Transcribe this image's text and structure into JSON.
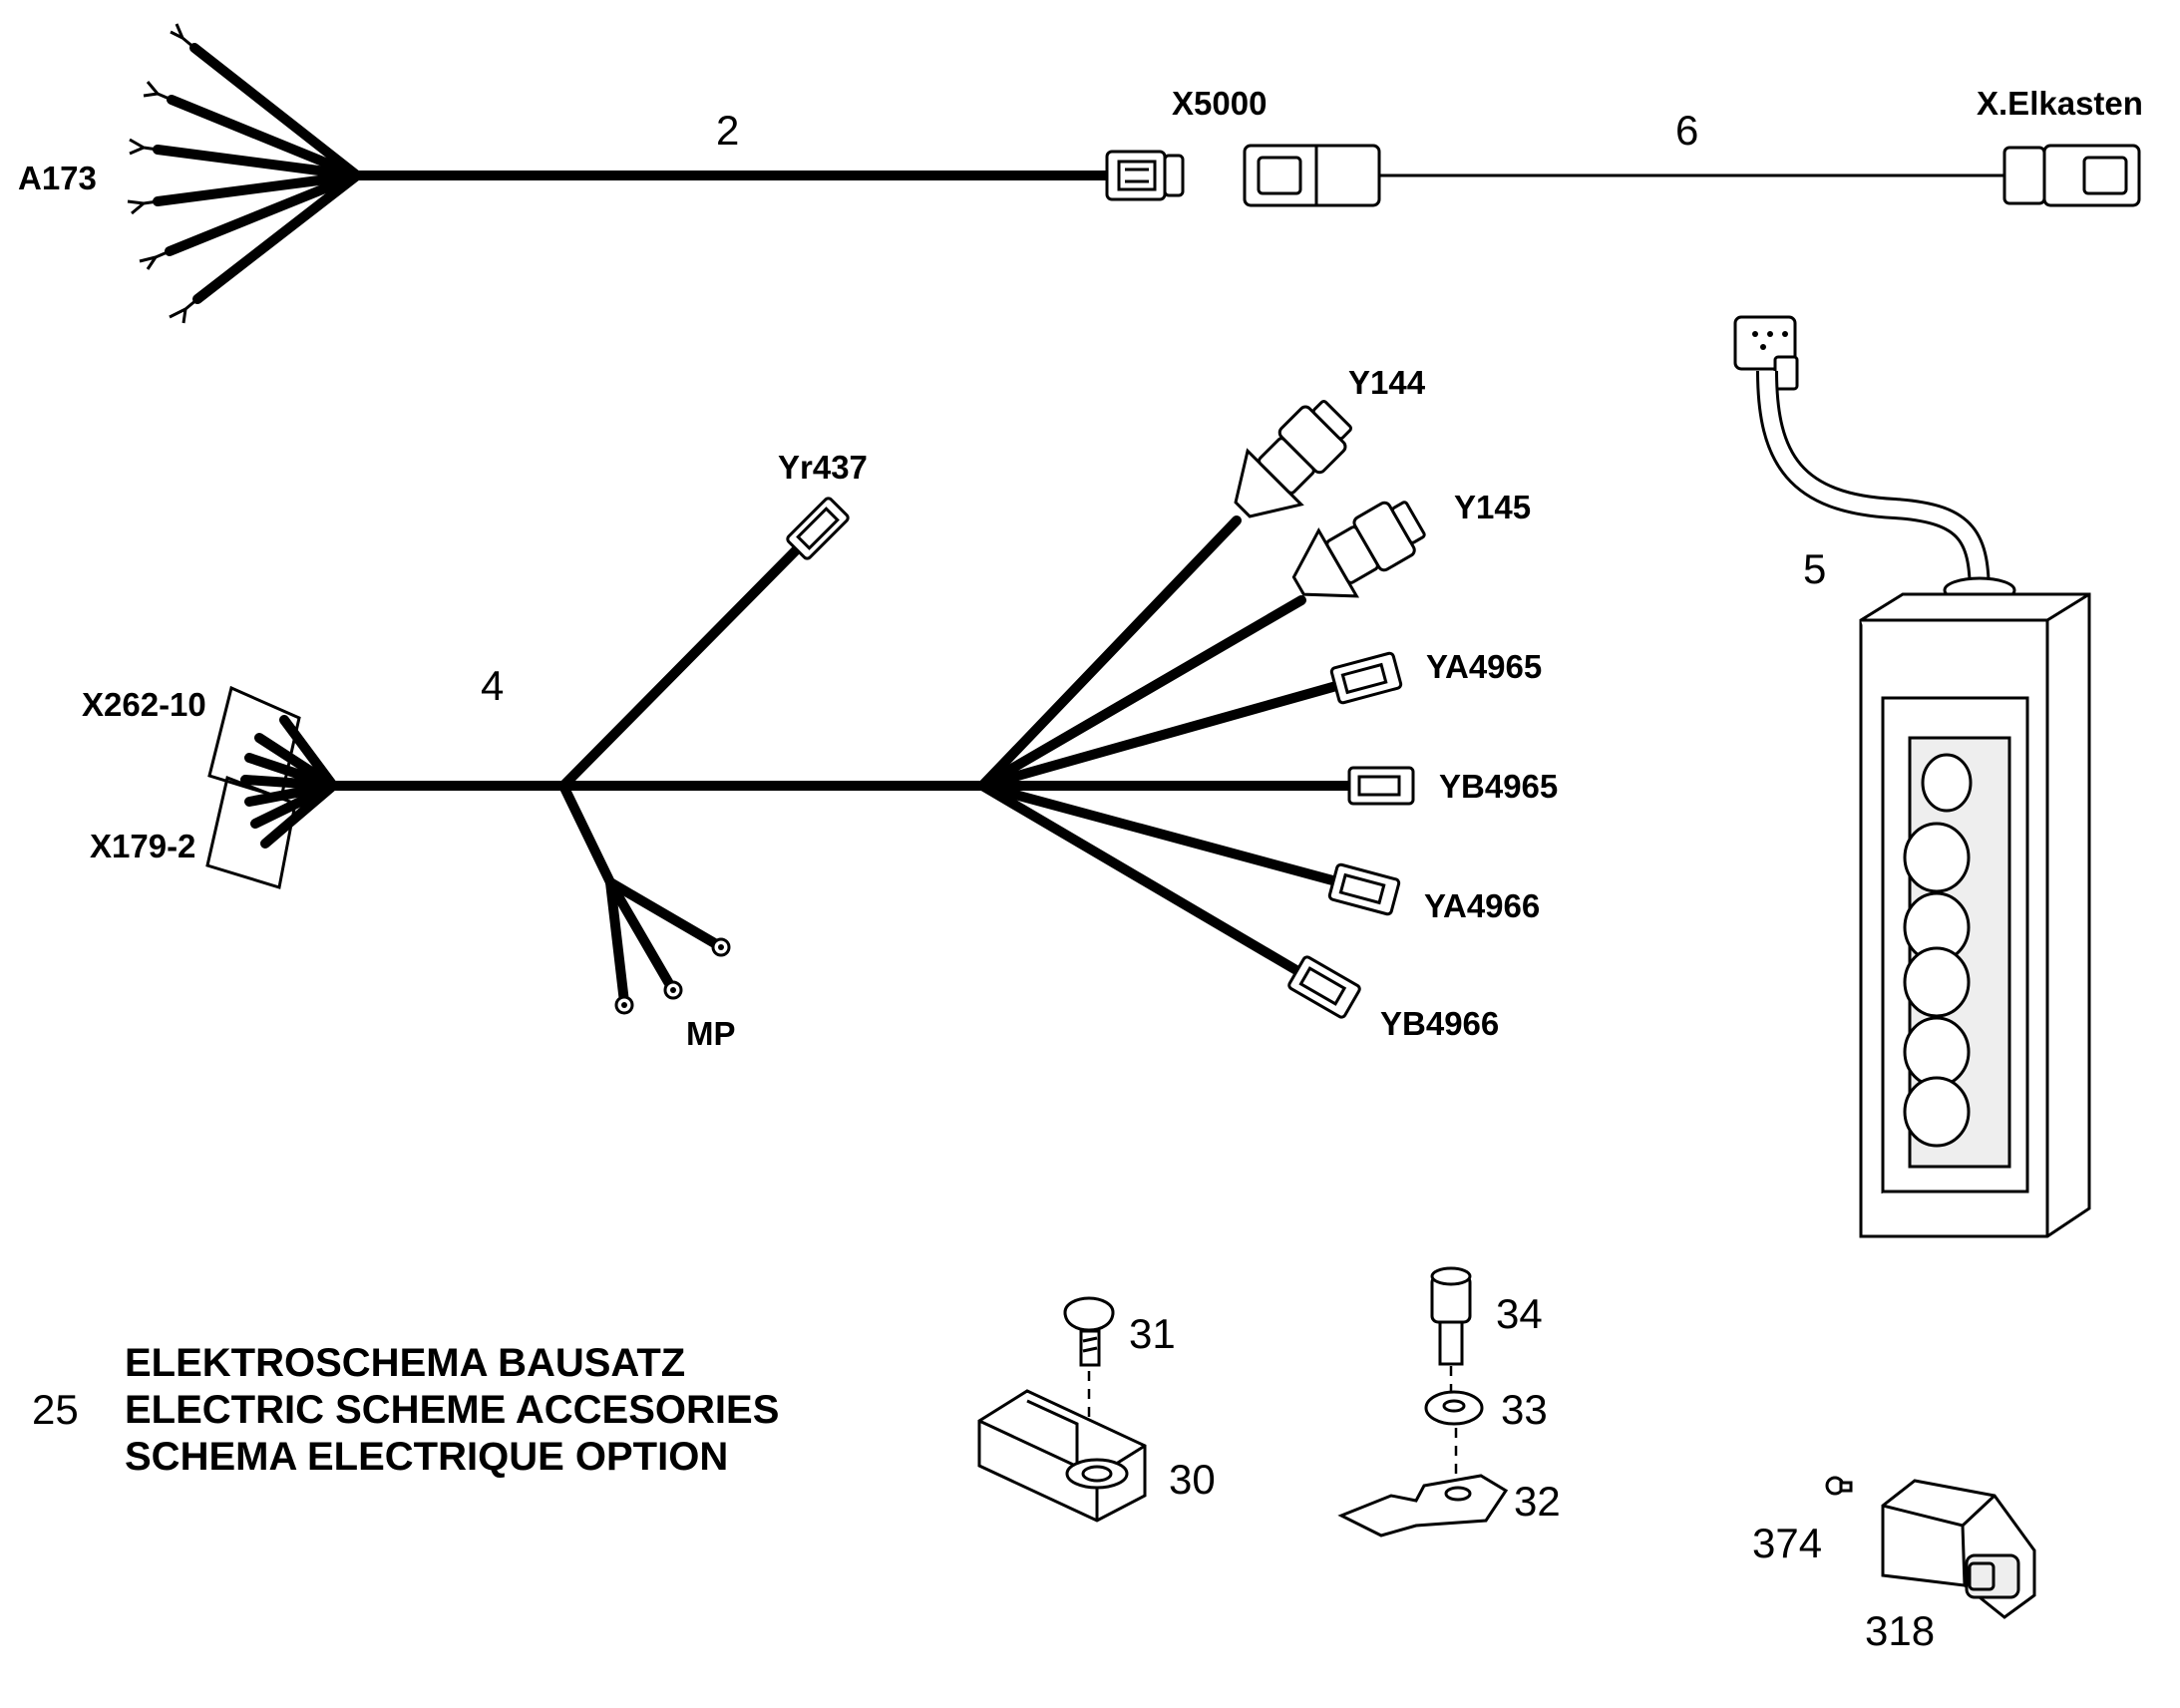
{
  "labels": {
    "a173": "A173",
    "x5000": "X5000",
    "x_elkasten": "X.Elkasten",
    "yr437": "Yr437",
    "y144": "Y144",
    "y145": "Y145",
    "ya4965": "YA4965",
    "yb4965": "YB4965",
    "ya4966": "YA4966",
    "yb4966": "YB4966",
    "x262_10": "X262-10",
    "x179_2": "X179-2",
    "mp": "MP"
  },
  "callouts": {
    "n2": "2",
    "n6": "6",
    "n4": "4",
    "n5": "5",
    "n31": "31",
    "n30": "30",
    "n34": "34",
    "n33": "33",
    "n32": "32",
    "n374": "374",
    "n318": "318",
    "n25": "25"
  },
  "title": {
    "line1": "ELEKTROSCHEMA BAUSATZ",
    "line2": "ELECTRIC SCHEME ACCESORIES",
    "line3": "SCHEMA ELECTRIQUE OPTION"
  }
}
